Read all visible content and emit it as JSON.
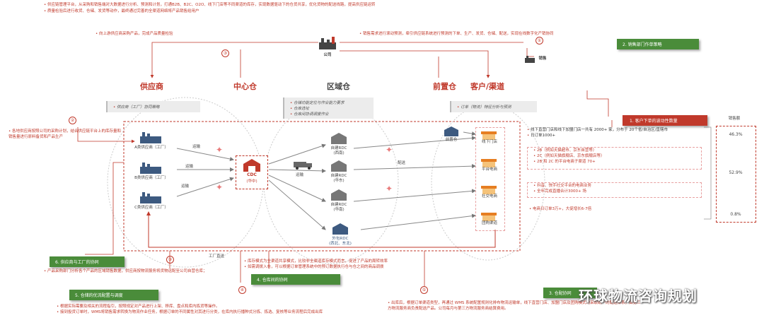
{
  "top_notes": [
    "供应链管理平台，从采购和销售端对大数据进行分析、预测和计划，打通B2B、B2C、O2O、线下门店等不同渠道的库存，实现数据驱动下的仓货共享，优化货物的配送线路，提高供应链运转",
    "质量检验后进行收货、仓储、发货等动作，最终通过完善的全渠道网络将产品销售给用户"
  ],
  "left_upper_note": "向上游供应商采购产品，完成产品质量检验",
  "right_upper_note": "销售需求进行滚动预测，牵引供应链系统进行预测的下单、生产、发货、仓储、配送，实现在线数字化产销协同",
  "company_label": "公司",
  "sales_label": "销售",
  "step_numbers": [
    "①",
    "②",
    "③",
    "④",
    "⑤",
    "⑥"
  ],
  "columns": {
    "supplier": "供应商",
    "center": "中心仓",
    "regional": "区域仓",
    "front": "前置仓",
    "customer": "客户/渠道"
  },
  "gray_boxes": {
    "supplier": "供应商（工厂）协同策略",
    "regional": [
      "仓储功能定位与作业能力要求",
      "仓库选址",
      "仓库间协调调度作业"
    ],
    "customer": "订单（物流）特征分析与预测"
  },
  "green_boxes": {
    "sales_order": "2. 销售部门作单策略",
    "supplier_factory": "6. 供应商与工厂的协同",
    "warehouse": "4. 仓库间的协同",
    "inbound": "5. 仓储的优流配置与调度",
    "outbound": "3. 仓配协同"
  },
  "red_box": "1. 客户下单的波动性数量",
  "sales_volume_label": "销售额",
  "left_side_note": "各地供应商按照公司的采购计划，结合供应链平台上的库存量和销售量进行原料备货和产品生产",
  "suppliers": [
    "A类供应商（工厂）",
    "B类供应商（工厂）",
    "C类供应商（工厂）"
  ],
  "transport": "运输",
  "delivery": "配送",
  "factory_direct": "工厂直送",
  "cdc": {
    "name": "CDC",
    "sub": "(华中)"
  },
  "rdcs": [
    {
      "name": "自建RDC",
      "sub": "(西南)"
    },
    {
      "name": "自建RDC",
      "sub": "(华东)"
    },
    {
      "name": "自建RDC",
      "sub": "(华南)"
    },
    {
      "name": "外包RDC",
      "sub": "(西北、东北)"
    }
  ],
  "front_warehouse": "前置仓",
  "channels": [
    "线下门店",
    "平台电商",
    "社交电商",
    "团购渠道"
  ],
  "channel_notes": [
    "线下直营门店和线下加盟门店一共有 2000+ 家，分布于 20个省/自治区/直辖市",
    "日订单1000+",
    "2B（例如天猫超市、京东自营等）",
    "2C（例如天猫旗舰店、京东旗舰店等）",
    "2B 和 2C 的平台电商子渠道 70+",
    "抖音、快手社交平台的电商业务",
    "全年完成直播合计3000+ 场",
    "电商日订单3万+，大促增长6-7倍"
  ],
  "percentages": [
    "46.3%",
    "52.9%",
    "0.8%"
  ],
  "bottom_center_notes": [
    "库存模式为全渠道共享模式，比较非全渠道库存模式而言，促进了产品的周转效率",
    "如需调拨入仓，可以根据订单管理系统中的预订数据执行仓与仓之间的商品调拨"
  ],
  "bottom_left_notes": [
    "产品采购部门分析各个产品的区域销售数据，供应商按物流服务将货物运配至公司自营仓库；"
  ],
  "bottom_left_notes2": [
    "根据实际需要及相关的流程指引，按照规定对产品进行上架、移库、盘点和库内拣货等操作。",
    "接到投货订单时，WMS将销售需求转换为物流作业任务，根据订单的不同属性对其进行分类，在库内执行播种式分拣、拣选、复核等业务流程后完成出库"
  ],
  "bottom_right_note": "出库后，根据订单渠道类型，再通过 WMS 系统配置规则化排布物流运输单，线下直营门店、加盟门店及团购模式均采取统一的配送体系，由第三方物流服务商负责配送产品。公司每月与第三方物流服务商结算费用。",
  "watermark": "环球物流咨询规划"
}
